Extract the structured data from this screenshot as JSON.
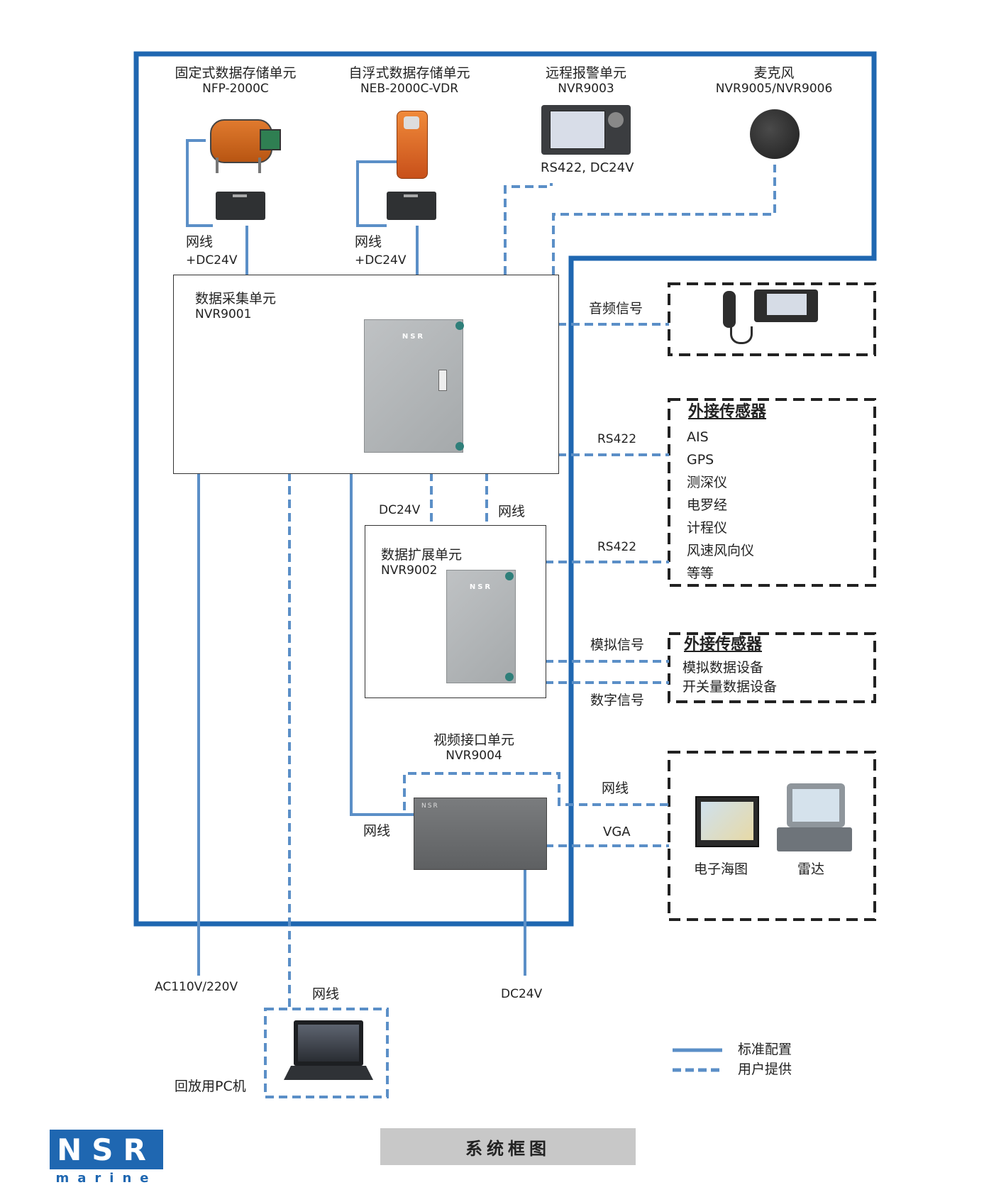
{
  "devices": {
    "fixed_capsule": {
      "name": "固定式数据存储单元",
      "model": "NFP-2000C"
    },
    "float_capsule": {
      "name": "自浮式数据存储单元",
      "model": "NEB-2000C-VDR"
    },
    "alarm_unit": {
      "name": "远程报警单元",
      "model": "NVR9003",
      "spec": "RS422, DC24V"
    },
    "microphone": {
      "name": "麦克风",
      "model": "NVR9005/NVR9006"
    },
    "dcu": {
      "name": "数据采集单元",
      "model": "NVR9001"
    },
    "expansion": {
      "name": "数据扩展单元",
      "model": "NVR9002"
    },
    "video": {
      "name": "视频接口单元",
      "model": "NVR9004"
    },
    "pc": {
      "name": "回放用PC机"
    },
    "ecdis": {
      "name": "电子海图"
    },
    "radar": {
      "name": "雷达"
    }
  },
  "connections": {
    "net_dc_1": {
      "line1": "网线",
      "line2": "+DC24V"
    },
    "net_dc_2": {
      "line1": "网线",
      "line2": "+DC24V"
    },
    "audio": "音频信号",
    "rs422_a": "RS422",
    "rs422_b": "RS422",
    "dc24v_mid": "DC24V",
    "net_mid": "网线",
    "analog": "模拟信号",
    "digital": "数字信号",
    "net_video": "网线",
    "net_video_left": "网线",
    "vga": "VGA",
    "ac_power": "AC110V/220V",
    "net_pc": "网线",
    "dc24v_bottom": "DC24V"
  },
  "sensors_box": {
    "title": "外接传感器",
    "items": [
      "AIS",
      "GPS",
      "测深仪",
      "电罗经",
      "计程仪",
      "风速风向仪",
      "等等"
    ]
  },
  "analog_box": {
    "title": "外接传感器",
    "items": [
      "模拟数据设备",
      "开关量数据设备"
    ]
  },
  "legend": {
    "standard": "标准配置",
    "user": "用户提供"
  },
  "colors": {
    "line_blue": "#5b8fc7",
    "frame_blue": "#1f67b1",
    "dash_black": "#222222"
  },
  "footer": {
    "title": "系统框图"
  },
  "logo": {
    "top": "NSR",
    "bottom": "marine"
  }
}
